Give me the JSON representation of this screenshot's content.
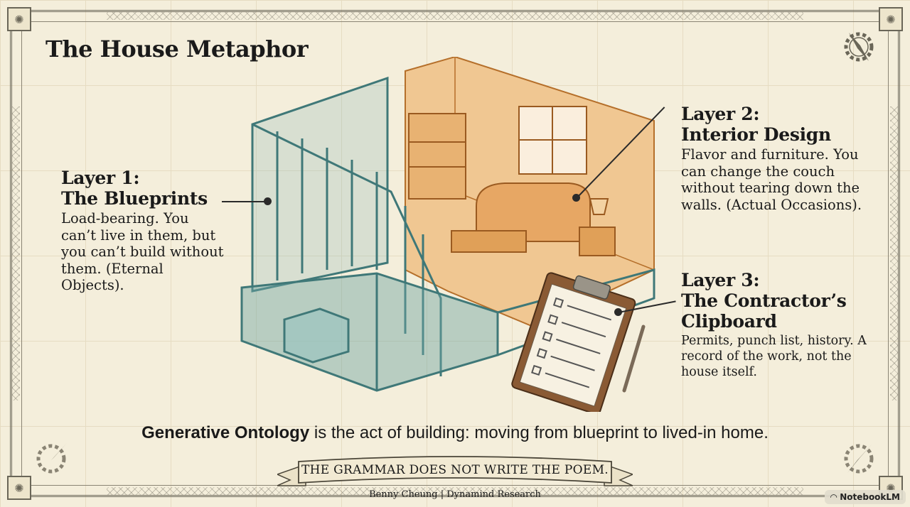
{
  "slide": {
    "title": "The House Metaphor",
    "layers": [
      {
        "heading_line1": "Layer 1:",
        "heading_line2": "The Blueprints",
        "body": "Load-bearing. You can’t live in them, but you can’t build without them. (Eternal Objects).",
        "illustration": "teal wooden wall framing on stone foundation with steps"
      },
      {
        "heading_line1": "Layer 2:",
        "heading_line2": "Interior Design",
        "body": "Flavor and furniture. You can change the couch without tearing down the walls. (Actual Occasions).",
        "illustration": "orange furnished living room with couch, bookshelf, window, lamp"
      },
      {
        "heading_line1": "Layer 3:",
        "heading_line2": "The Contractor’s",
        "heading_line3": "Clipboard",
        "body": "Permits, punch list, history. A record of the work, not the house itself.",
        "illustration": "clipboard with checklist and pen"
      }
    ],
    "tagline_bold": "Generative Ontology",
    "tagline_rest": " is the act of building: moving from blueprint to lived-in home.",
    "ribbon_text": "THE GRAMMAR DOES NOT WRITE THE POEM.",
    "credit": "Benny Cheung | Dynamind Research"
  },
  "watermark": {
    "icon": "notebooklm-logo-icon",
    "label": "NotebookLM"
  },
  "colors": {
    "paper": "#f4eedb",
    "frame": "#6a6658",
    "teal": "#5e9a9a",
    "orange": "#d9923e",
    "text": "#1a1a1a"
  }
}
